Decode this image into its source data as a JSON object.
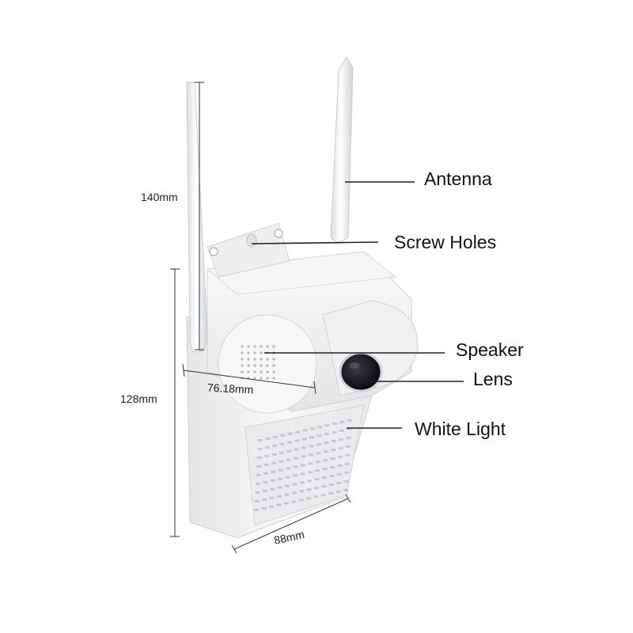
{
  "labels": {
    "antenna": "Antenna",
    "screw_holes": "Screw Holes",
    "speaker": "Speaker",
    "lens": "Lens",
    "white_light": "White Light"
  },
  "dimensions": {
    "antenna_height": "140mm",
    "body_height": "128mm",
    "speaker_width": "76.18mm",
    "body_width": "88mm"
  }
}
